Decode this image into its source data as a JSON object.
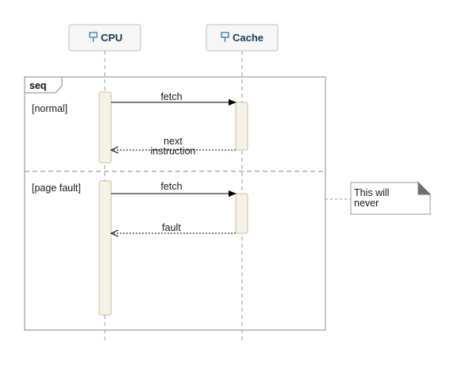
{
  "participants": [
    {
      "id": "cpu",
      "label": "CPU"
    },
    {
      "id": "cache",
      "label": "Cache"
    }
  ],
  "fragment": {
    "operator": "seq",
    "operands": [
      {
        "guard": "[normal]",
        "messages": [
          {
            "label": "fetch",
            "from": "cpu",
            "to": "cache",
            "style": "solid"
          },
          {
            "label": "next\ninstruction",
            "from": "cache",
            "to": "cpu",
            "style": "dashed"
          }
        ]
      },
      {
        "guard": "[page fault]",
        "messages": [
          {
            "label": "fetch",
            "from": "cpu",
            "to": "cache",
            "style": "solid"
          },
          {
            "label": "fault",
            "from": "cache",
            "to": "cpu",
            "style": "dashed"
          }
        ]
      }
    ]
  },
  "note": {
    "text": "This will\nnever"
  },
  "colors": {
    "border": "#8a8a8a",
    "header_fill": "#f6f6f6",
    "header_text": "#1d3b57",
    "icon": "#2d78c4",
    "activation_fill": "#f5f2ea",
    "activation_border": "#cdbf9e"
  }
}
